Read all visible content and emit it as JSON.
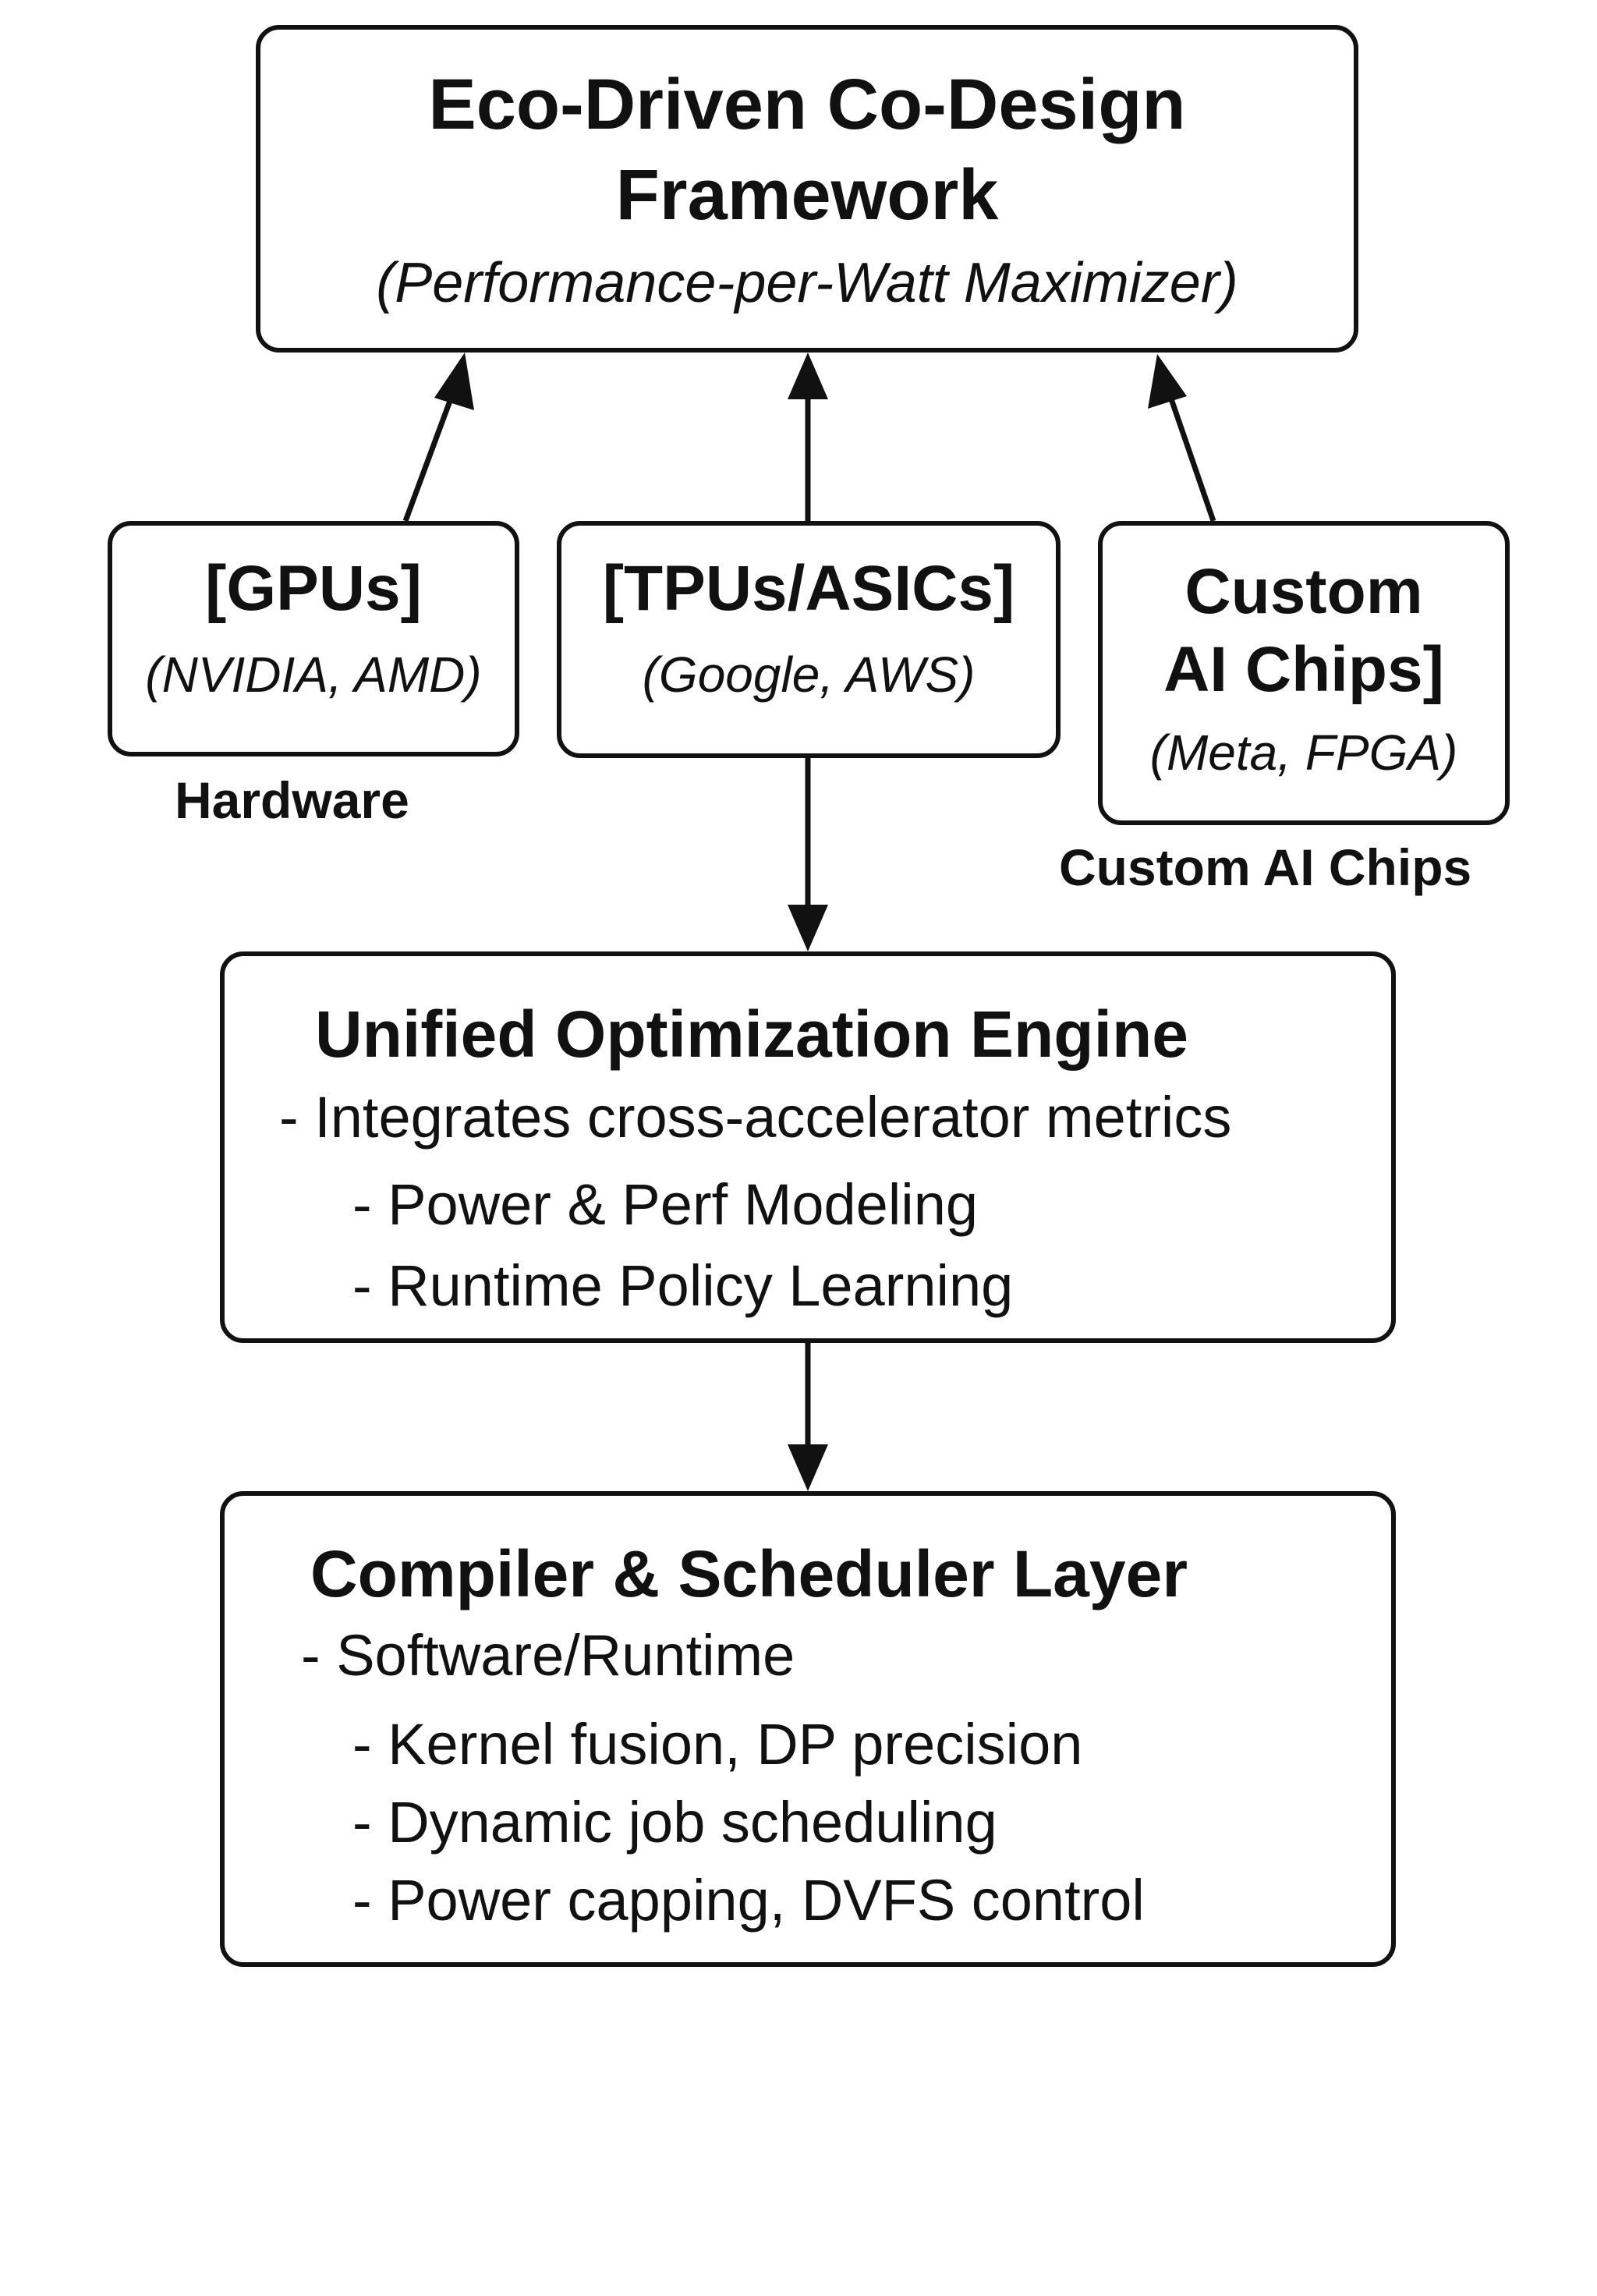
{
  "framework": {
    "title_line1": "Eco-Driven Co-Design",
    "title_line2": "Framework",
    "subtitle": "(Performance-per-Watt Maximizer)"
  },
  "hardware": [
    {
      "title": "[GPUs]",
      "subtitle": "(NVIDIA, AMD)"
    },
    {
      "title": "[TPUs/ASICs]",
      "subtitle": "(Google, AWS)"
    },
    {
      "title_line1": "Custom",
      "title_line2": "AI Chips]",
      "subtitle": "(Meta, FPGA)"
    }
  ],
  "captions": {
    "hardware": "Hardware",
    "custom": "Custom AI Chips"
  },
  "engine": {
    "title": "Unified Optimization Engine",
    "item": "- Integrates cross-accelerator metrics",
    "subitems": [
      "- Power & Perf Modeling",
      "- Runtime Policy Learning"
    ]
  },
  "compiler": {
    "title": "Compiler & Scheduler Layer",
    "item": "- Software/Runtime",
    "subitems": [
      "- Kernel fusion, DP precision",
      "- Dynamic job scheduling",
      "- Power capping, DVFS control"
    ]
  }
}
